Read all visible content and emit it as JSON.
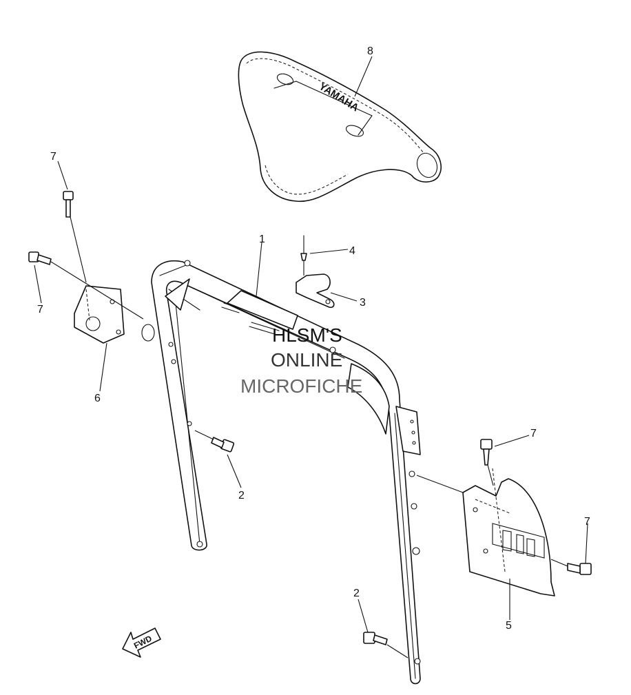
{
  "diagram": {
    "callouts": {
      "c1": "1",
      "c2a": "2",
      "c2b": "2",
      "c3": "3",
      "c4": "4",
      "c5": "5",
      "c6": "6",
      "c7a": "7",
      "c7b": "7",
      "c7c": "7",
      "c7d": "7",
      "c8": "8"
    },
    "watermark": {
      "line1": "HLSM'S",
      "line2": "ONLINE",
      "line3": "MICROFICHE"
    },
    "pad_logo": "YAMAHA",
    "fwd_label": "FWD"
  }
}
